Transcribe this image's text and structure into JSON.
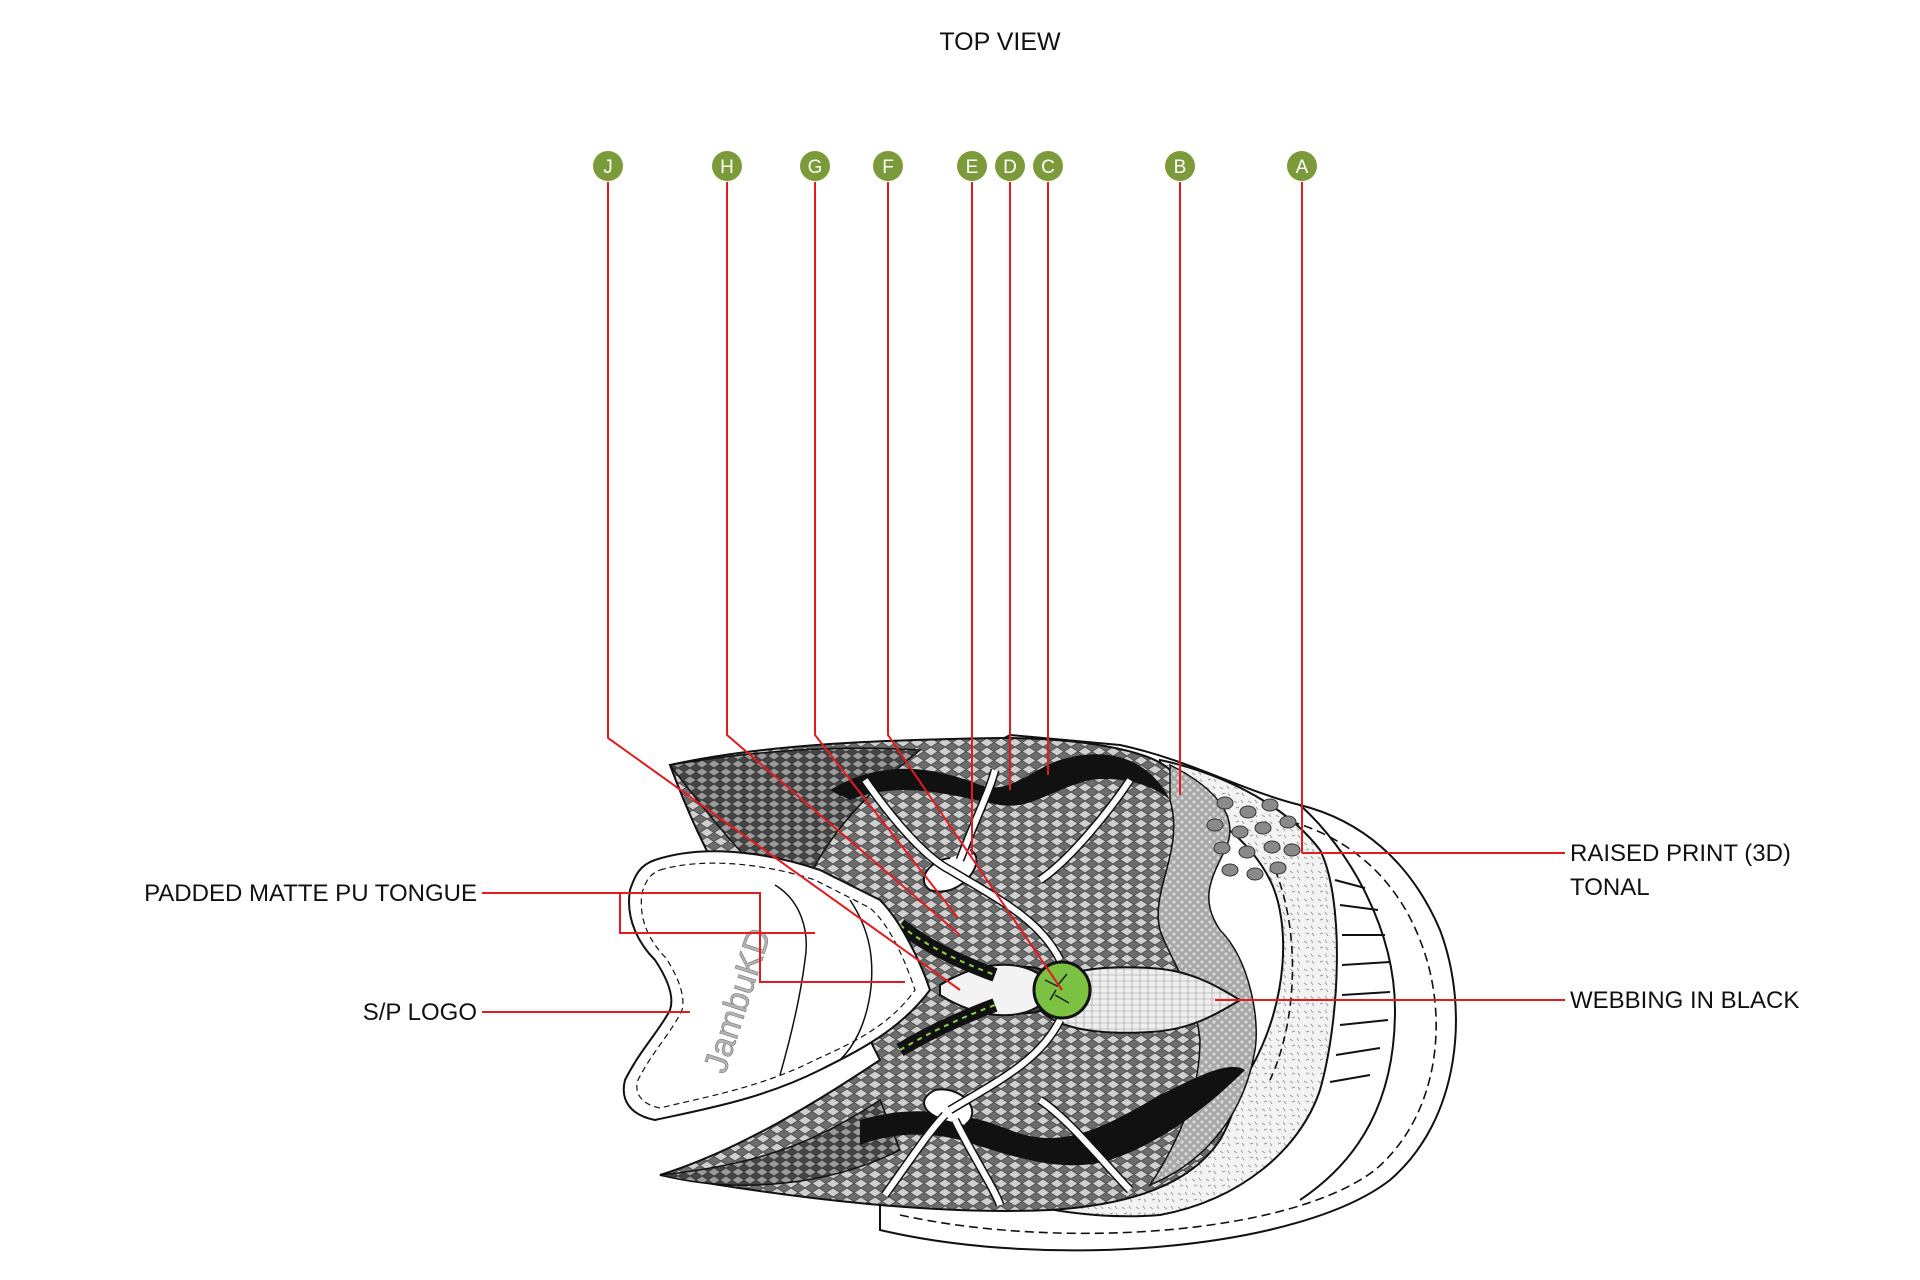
{
  "title": "TOP VIEW",
  "badge_color": "#7b9b3a",
  "leader_color": "#e11b22",
  "callouts": {
    "J": "J",
    "H": "H",
    "G": "G",
    "F": "F",
    "E": "E",
    "D": "D",
    "C": "C",
    "B": "B",
    "A": "A"
  },
  "labels": {
    "tongue": "PADDED MATTE PU TONGUE",
    "logo": "S/P LOGO",
    "raised_print_line1": "RAISED PRINT (3D)",
    "raised_print_line2": "TONAL",
    "webbing": "WEBBING IN BLACK"
  },
  "logo_text": "JambuKD"
}
